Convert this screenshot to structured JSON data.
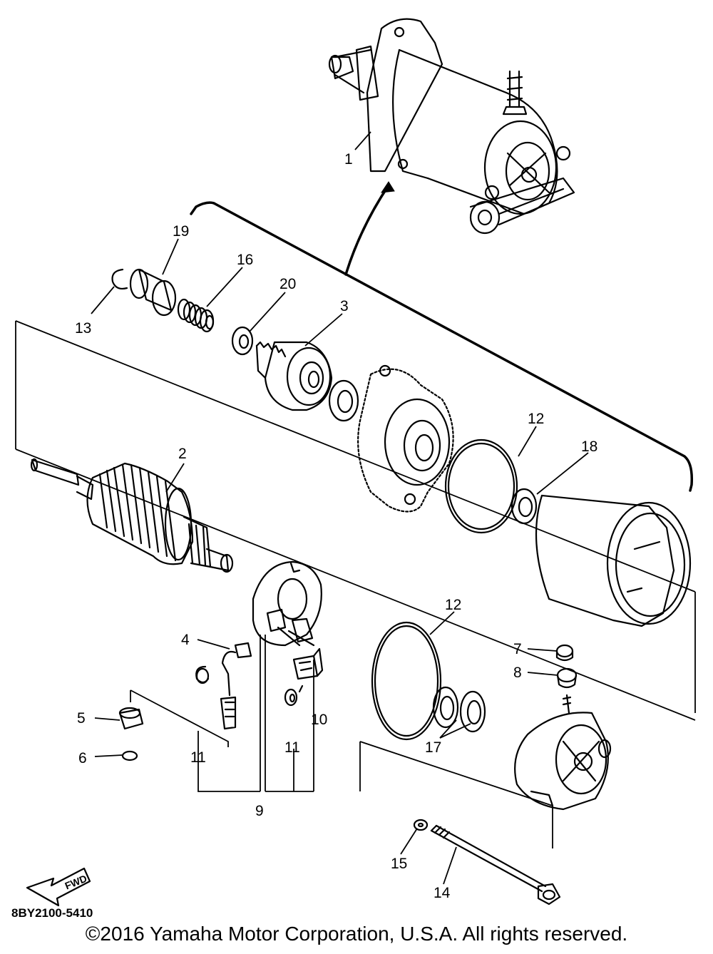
{
  "diagram": {
    "callouts": {
      "c1": "1",
      "c2": "2",
      "c3": "3",
      "c4": "4",
      "c5": "5",
      "c6": "6",
      "c7": "7",
      "c8": "8",
      "c9": "9",
      "c10": "10",
      "c11a": "11",
      "c11b": "11",
      "c12a": "12",
      "c12b": "12",
      "c13": "13",
      "c14": "14",
      "c15": "15",
      "c16": "16",
      "c17": "17",
      "c18": "18",
      "c19": "19",
      "c20": "20"
    },
    "part_code": "8BY2100-5410",
    "fwd_label": "FWD",
    "icons": {
      "fwd_arrow": "fwd-arrow-icon"
    }
  },
  "footer": {
    "copyright": "©2016 Yamaha Motor Corporation, U.S.A. All rights reserved."
  }
}
